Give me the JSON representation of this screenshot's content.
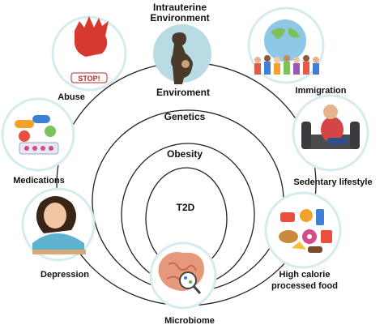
{
  "diagram": {
    "top_label_line1": "Intrauterine",
    "top_label_line2": "Environment",
    "rings": {
      "ring1": "Enviroment",
      "ring2": "Genetics",
      "ring3": "Obesity",
      "ring4": "T2D"
    },
    "factors": {
      "abuse": "Abuse",
      "stop_text": "STOP!",
      "medications": "Medications",
      "depression": "Depression",
      "microbiome": "Microbiome",
      "immigration": "Immigration",
      "sedentary": "Sedentary lifestyle",
      "food_line1": "High calorie",
      "food_line2": "processed food"
    }
  }
}
